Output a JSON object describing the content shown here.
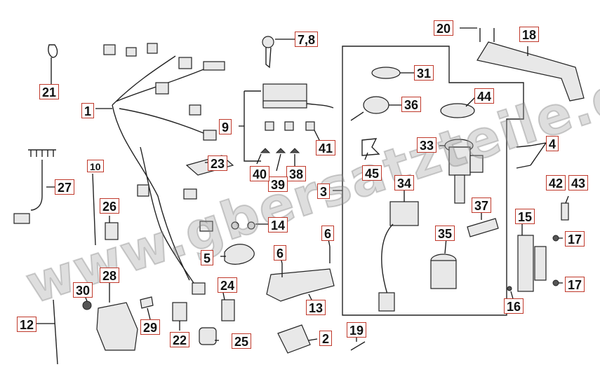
{
  "diagram": {
    "watermark": "www.gbersatzteile.de",
    "callouts": [
      {
        "id": "c1",
        "label": "1"
      },
      {
        "id": "c2",
        "label": "2"
      },
      {
        "id": "c3",
        "label": "3"
      },
      {
        "id": "c4",
        "label": "4"
      },
      {
        "id": "c5",
        "label": "5"
      },
      {
        "id": "c6a",
        "label": "6"
      },
      {
        "id": "c6b",
        "label": "6"
      },
      {
        "id": "c78",
        "label": "7,8"
      },
      {
        "id": "c9",
        "label": "9"
      },
      {
        "id": "c10",
        "label": "10"
      },
      {
        "id": "c12",
        "label": "12"
      },
      {
        "id": "c13",
        "label": "13"
      },
      {
        "id": "c14",
        "label": "14"
      },
      {
        "id": "c15",
        "label": "15"
      },
      {
        "id": "c16",
        "label": "16"
      },
      {
        "id": "c17a",
        "label": "17"
      },
      {
        "id": "c17b",
        "label": "17"
      },
      {
        "id": "c18",
        "label": "18"
      },
      {
        "id": "c19",
        "label": "19"
      },
      {
        "id": "c20",
        "label": "20"
      },
      {
        "id": "c21",
        "label": "21"
      },
      {
        "id": "c22",
        "label": "22"
      },
      {
        "id": "c23",
        "label": "23"
      },
      {
        "id": "c24",
        "label": "24"
      },
      {
        "id": "c25",
        "label": "25"
      },
      {
        "id": "c26",
        "label": "26"
      },
      {
        "id": "c27",
        "label": "27"
      },
      {
        "id": "c28",
        "label": "28"
      },
      {
        "id": "c29",
        "label": "29"
      },
      {
        "id": "c30",
        "label": "30"
      },
      {
        "id": "c31",
        "label": "31"
      },
      {
        "id": "c33",
        "label": "33"
      },
      {
        "id": "c34",
        "label": "34"
      },
      {
        "id": "c35",
        "label": "35"
      },
      {
        "id": "c36",
        "label": "36"
      },
      {
        "id": "c37",
        "label": "37"
      },
      {
        "id": "c38",
        "label": "38"
      },
      {
        "id": "c39",
        "label": "39"
      },
      {
        "id": "c40",
        "label": "40"
      },
      {
        "id": "c41",
        "label": "41"
      },
      {
        "id": "c42",
        "label": "42"
      },
      {
        "id": "c43",
        "label": "43"
      },
      {
        "id": "c44",
        "label": "44"
      },
      {
        "id": "c45",
        "label": "45"
      }
    ]
  }
}
